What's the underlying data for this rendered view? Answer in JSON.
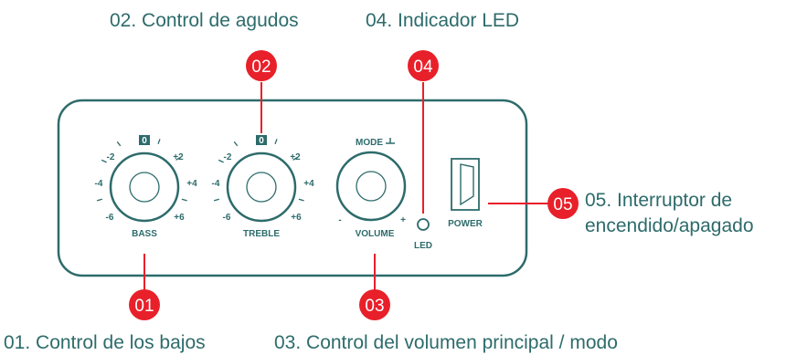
{
  "callouts": {
    "c01": {
      "badge": "01",
      "text": "01. Control de los bajos"
    },
    "c02": {
      "badge": "02",
      "text": "02. Control de agudos"
    },
    "c03": {
      "badge": "03",
      "text": "03. Control del volumen principal / modo"
    },
    "c04": {
      "badge": "04",
      "text": "04. Indicador LED"
    },
    "c05": {
      "badge": "05",
      "line1": "05. Interruptor de",
      "line2": "encendido/apagado"
    }
  },
  "panel": {
    "bass": {
      "label": "BASS",
      "scale": {
        "zero": "0",
        "m2": "-2",
        "p2": "+2",
        "m4": "-4",
        "p4": "+4",
        "m6": "-6",
        "p6": "+6"
      }
    },
    "treble": {
      "label": "TREBLE",
      "scale": {
        "zero": "0",
        "m2": "-2",
        "p2": "+2",
        "m4": "-4",
        "p4": "+4",
        "m6": "-6",
        "p6": "+6"
      }
    },
    "volume": {
      "label": "VOLUME",
      "mode": "MODE",
      "minus": "-",
      "plus": "+"
    },
    "led": {
      "label": "LED"
    },
    "power": {
      "label": "POWER"
    }
  },
  "colors": {
    "teal": "#2e6b6b",
    "red": "#e8202a"
  }
}
